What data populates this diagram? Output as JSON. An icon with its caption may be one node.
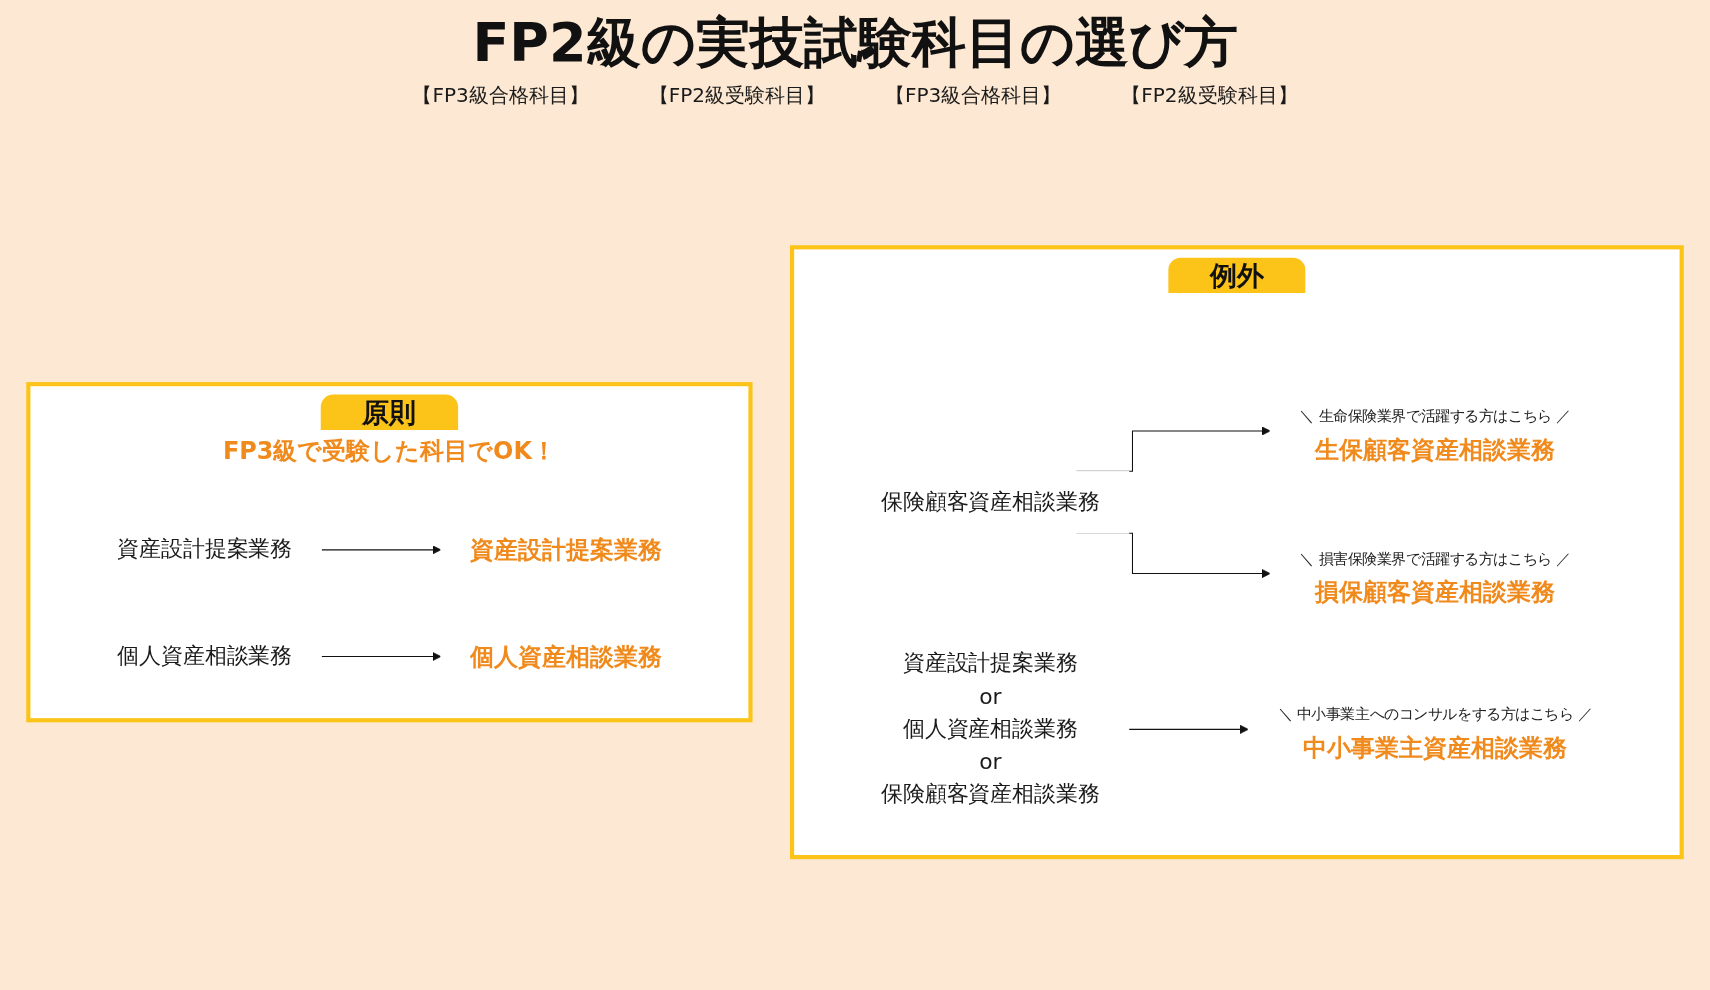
{
  "diagram": {
    "title": "FP2級の実技試験科目の選び方",
    "nodes": [
      {
        "text": [
          "原則",
          "FP3級で受験した科目でOK！"
        ]
      },
      {
        "text": [
          "資産設計提案業務"
        ],
        "in": 0
      },
      {
        "text": [
          "資産設計提案業務"
        ],
        "in": 0
      },
      {
        "text": [
          "個人資産相談業務"
        ],
        "in": 0
      },
      {
        "text": [
          "個人資産相談業務"
        ],
        "in": 0
      },
      {
        "text": [
          "例外"
        ]
      },
      {
        "text": [
          "保険顧客資産相談業務"
        ],
        "in": 5
      },
      {
        "text": [
          "＼ 生命保険業界で活躍する方はこちら ／",
          "生保顧客資産相談業務"
        ],
        "in": 5
      },
      {
        "text": [
          "＼ 損害保険業界で活躍する方はこちら ／",
          "損保顧客資産相談業務"
        ],
        "in": 5
      },
      {
        "text": [
          "資産設計提案業務",
          "or",
          "個人資産相談業務",
          "or",
          "保険顧客資産相談業務"
        ],
        "in": 5
      },
      {
        "text": [
          "＼ 中小事業主へのコンサルをする方はこちら ／",
          "中小事業主資産相談業務"
        ],
        "in": 5
      }
    ],
    "edges": [
      {
        "from": 1,
        "to": 2,
        "arrow": "to"
      },
      {
        "from": 3,
        "to": 4,
        "arrow": "to"
      },
      {
        "from": 6,
        "to": 7,
        "arrow": "to"
      },
      {
        "from": 6,
        "to": 8,
        "arrow": "to"
      },
      {
        "from": 9,
        "to": 10,
        "arrow": "to"
      }
    ],
    "labels": [
      "【FP3級合格科目】",
      "【FP2級受験科目】",
      "【FP3級合格科目】",
      "【FP2級受験科目】"
    ]
  }
}
